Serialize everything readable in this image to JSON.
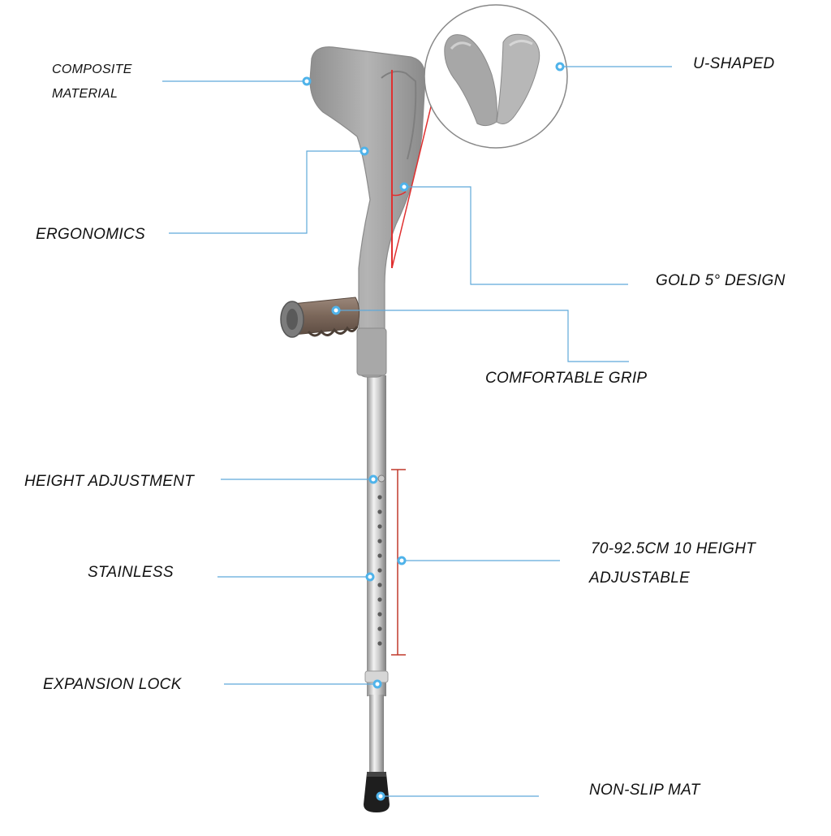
{
  "colors": {
    "leader_line": "#5fa9d9",
    "marker_dot": "#4fb3ea",
    "crutch_body": "#9a9a9a",
    "grip": "#7d6a5d",
    "angle_line": "#e03030",
    "bracket": "#c0392b",
    "tip": "#222222"
  },
  "labels": {
    "composite_line1": "COMPOSITE",
    "composite_line2": "MATERIAL",
    "u_shaped": "U-SHAPED",
    "ergonomics": "ERGONOMICS",
    "gold_design": "GOLD 5° DESIGN",
    "comfortable_grip": "COMFORTABLE GRIP",
    "height_adjustment": "HEIGHT ADJUSTMENT",
    "stainless": "STAINLESS",
    "range_line1": "70-92.5CM 10 HEIGHT",
    "range_line2": "ADJUSTABLE",
    "expansion_lock": "EXPANSION LOCK",
    "non_slip_mat": "NON-SLIP MAT"
  }
}
